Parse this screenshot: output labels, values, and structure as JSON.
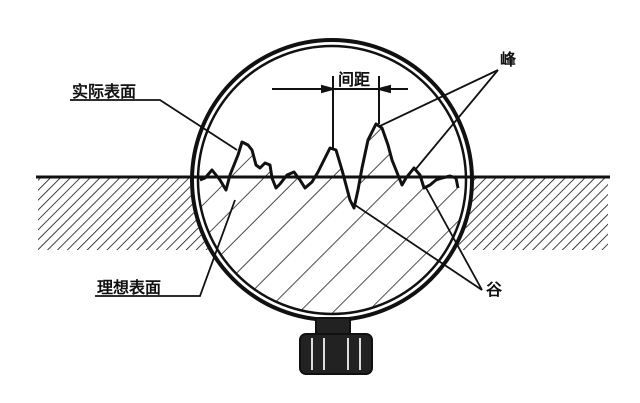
{
  "labels": {
    "actual_surface": "实际表面",
    "spacing": "间距",
    "peak": "峰",
    "ideal_surface": "理想表面",
    "valley": "谷"
  },
  "colors": {
    "ink": "#111111",
    "background": "#ffffff"
  }
}
